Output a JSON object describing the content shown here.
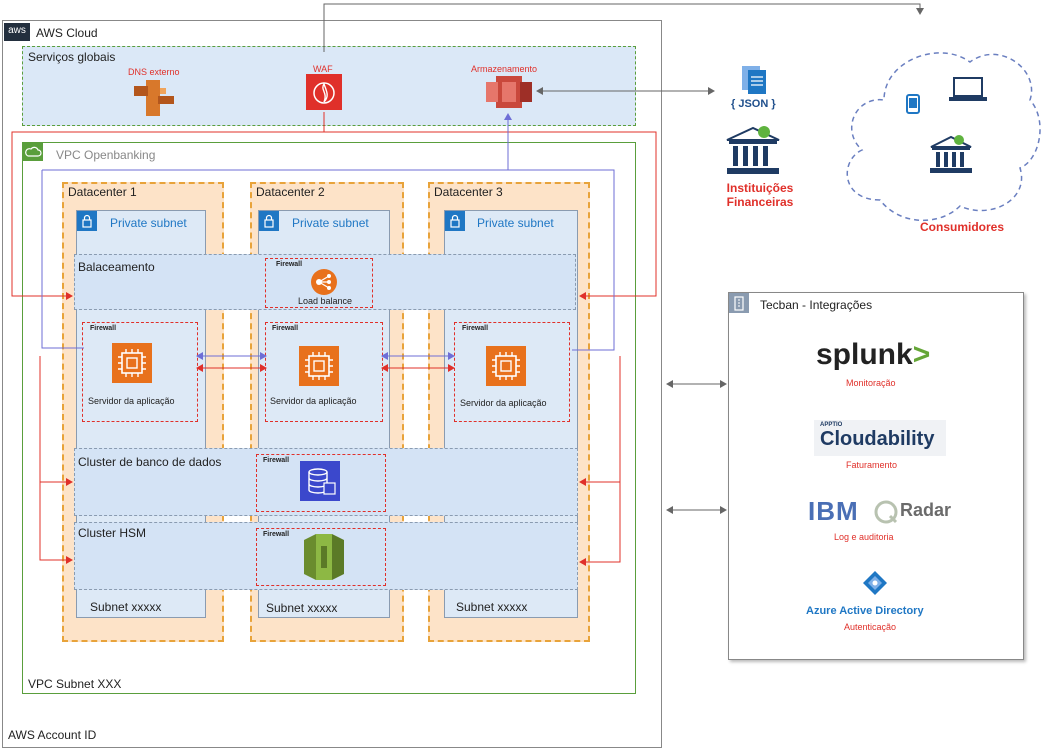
{
  "aws_account": {
    "label": "AWS Account ID"
  },
  "aws_cloud": {
    "badge": "aws",
    "label": "AWS Cloud"
  },
  "global_services": {
    "label": "Serviços globais",
    "dns": "DNS externo",
    "waf": "WAF",
    "storage": "Armazenamento"
  },
  "vpc": {
    "label": "VPC Openbanking",
    "subnet_label": "VPC Subnet XXX"
  },
  "datacenters": [
    {
      "label": "Datacenter 1",
      "private_subnet": "Private subnet",
      "subnet": "Subnet xxxxx",
      "app_firewall": "Firewall",
      "app_label": "Servidor  da aplicação"
    },
    {
      "label": "Datacenter 2",
      "private_subnet": "Private subnet",
      "subnet": "Subnet xxxxx",
      "app_firewall": "Firewall",
      "app_label": "Servidor  da aplicação"
    },
    {
      "label": "Datacenter 3",
      "private_subnet": "Private subnet",
      "subnet": "Subnet xxxxx",
      "app_firewall": "Firewall",
      "app_label": "Servidor  da aplicação"
    }
  ],
  "balancing": {
    "label": "Balaceamento",
    "firewall": "Firewall",
    "lb_label": "Load balance"
  },
  "db_cluster": {
    "label": "Cluster de banco de dados",
    "firewall": "Firewall"
  },
  "hsm_cluster": {
    "label": "Cluster HSM",
    "firewall": "Firewall"
  },
  "json": {
    "label": "{ JSON }"
  },
  "institutions": {
    "line1": "Instituições",
    "line2": "Financeiras"
  },
  "consumers": {
    "label": "Consumidores"
  },
  "tecban": {
    "label": "Tecban - Integrações",
    "integrations": [
      {
        "logo": "splunk",
        "logo_suffix": ">",
        "caption": "Monitoração"
      },
      {
        "logo_top": "APPTIO",
        "logo": "Cloudability",
        "caption": "Faturamento"
      },
      {
        "logo": "IBM",
        "logo2": "Radar",
        "caption": "Log e auditoria"
      },
      {
        "logo": "Azure Active Directory",
        "caption": "Autenticação"
      }
    ]
  },
  "colors": {
    "red": "#e0302a",
    "orange_dash": "#e8a33a",
    "dc_fill": "#fde3c8",
    "subnet_fill": "#dde9f6",
    "green_vpc": "#5a9e3c",
    "blue_line": "#6e6ed6",
    "ec2": "#e8711c"
  }
}
